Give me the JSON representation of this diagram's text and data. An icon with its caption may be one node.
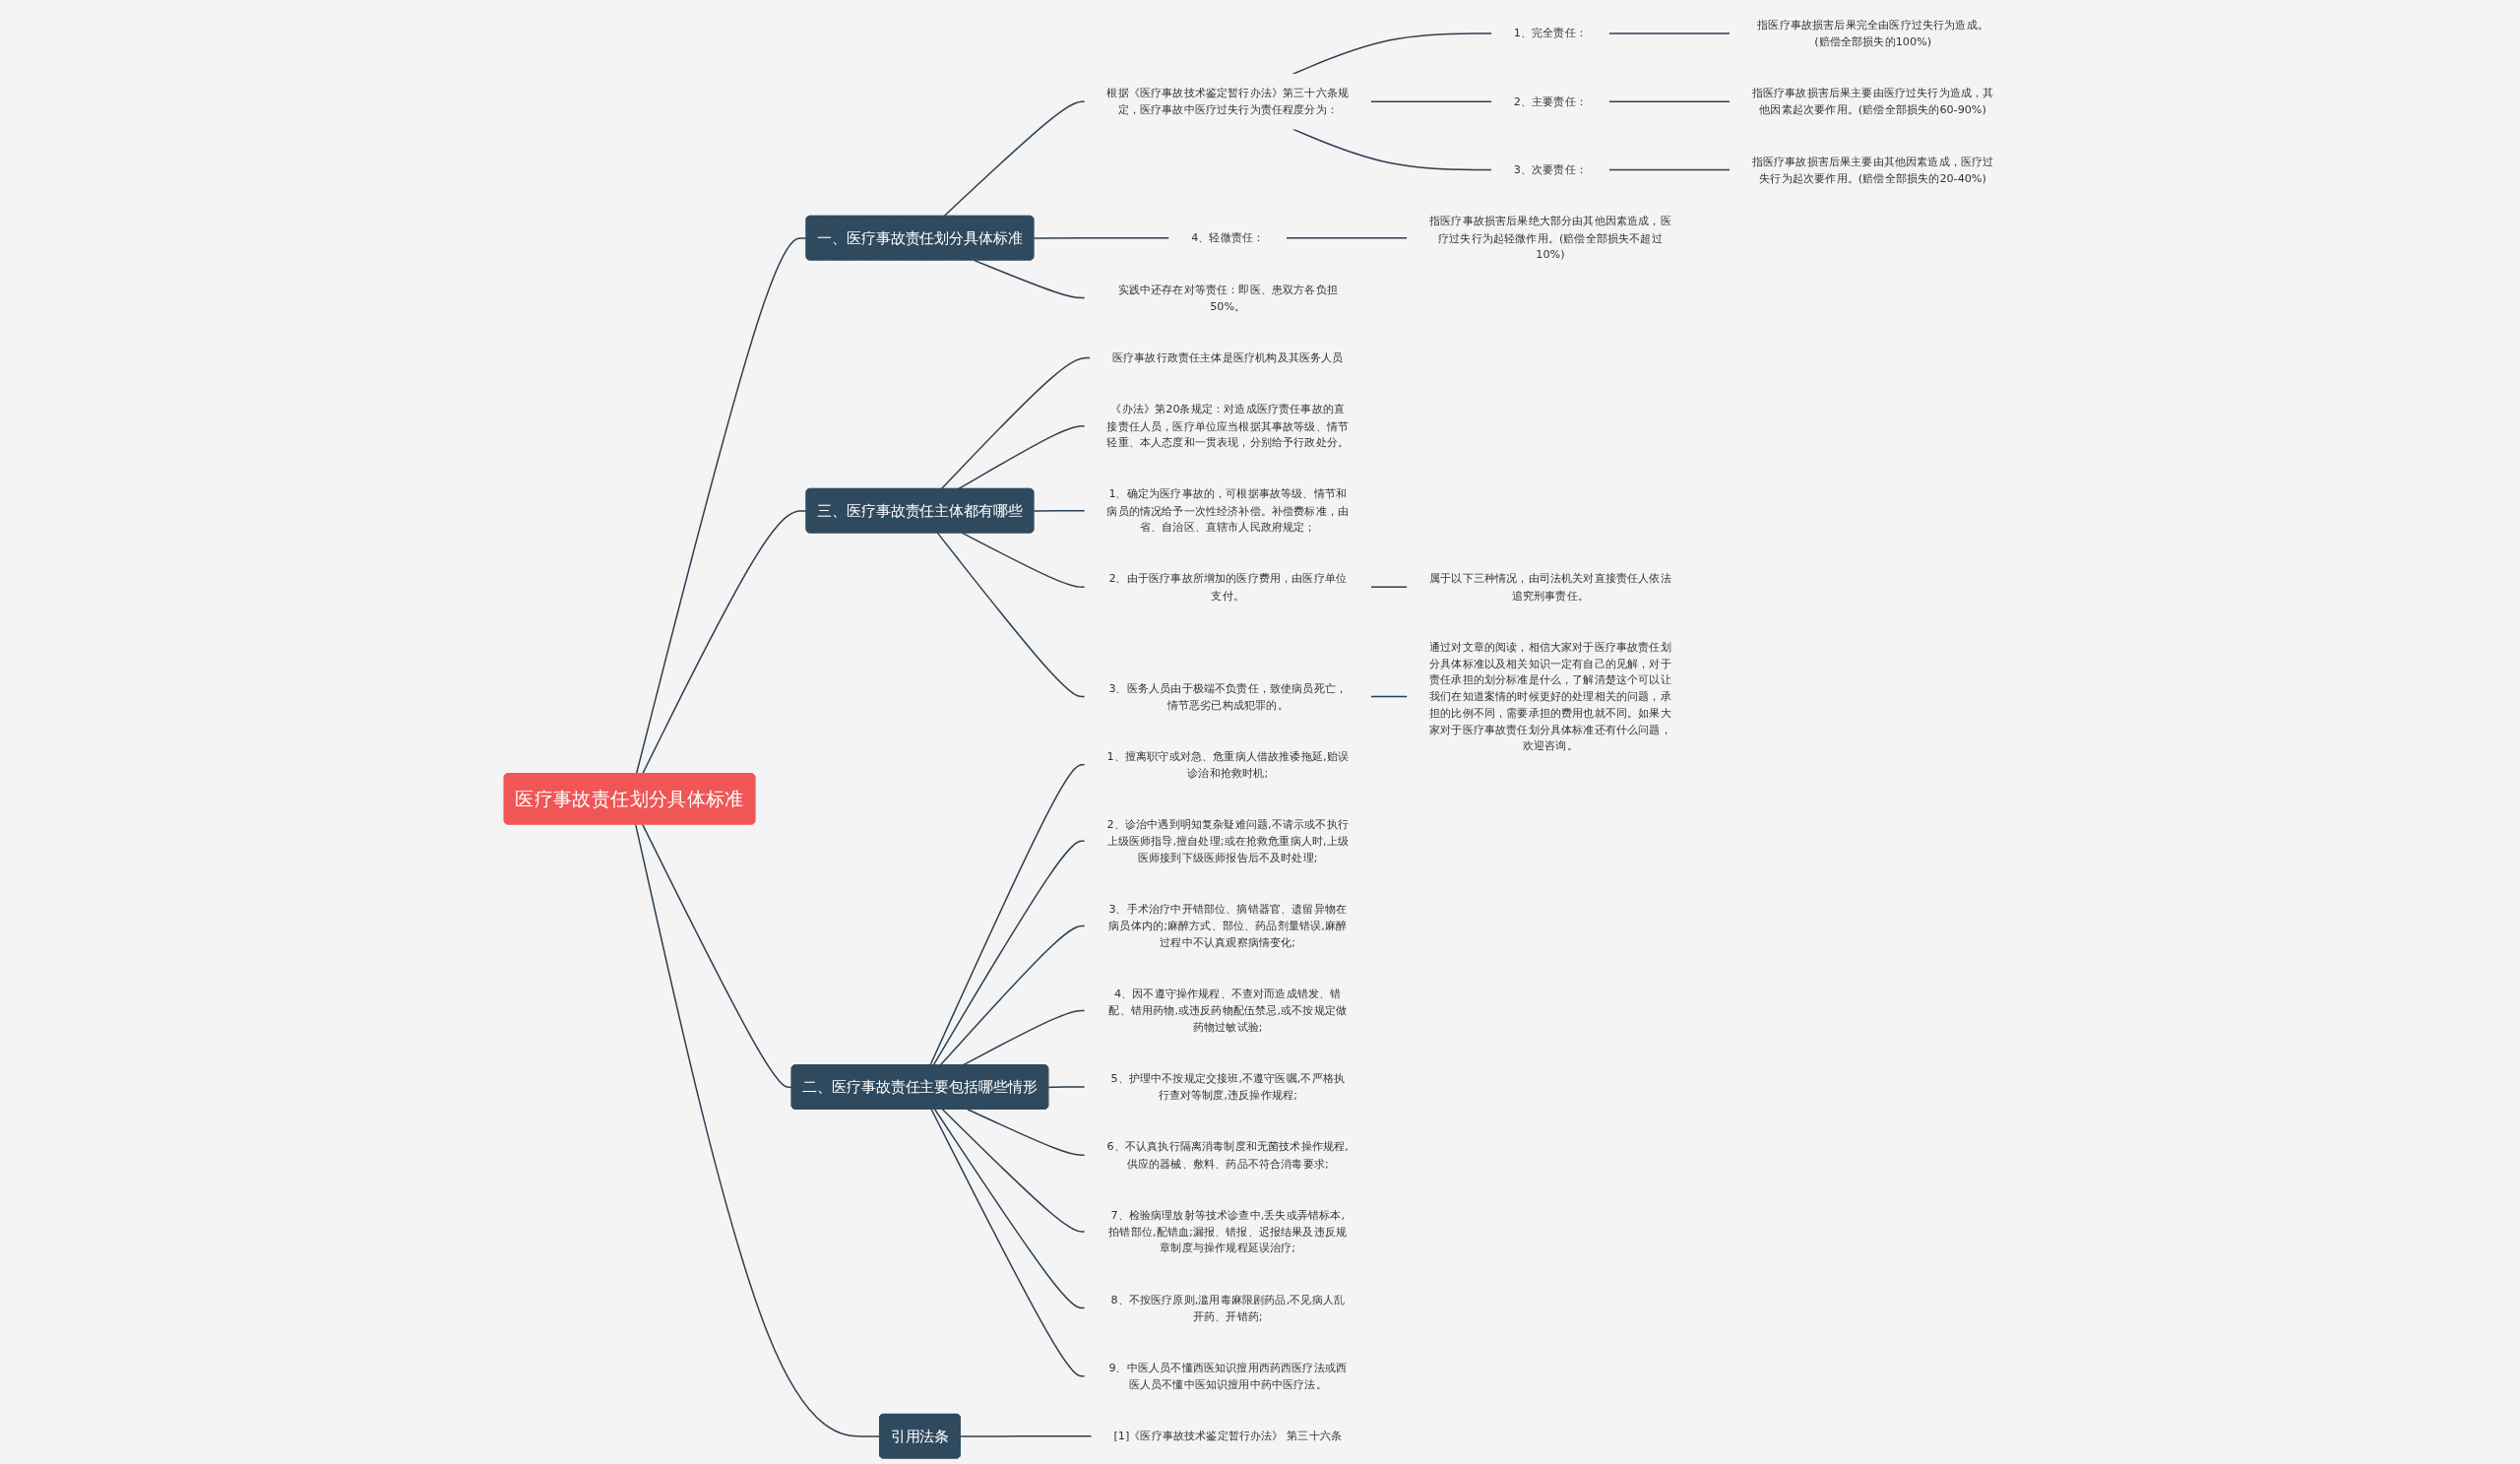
{
  "diagram": {
    "nodes": [
      {
        "text": [
          "医疗事故责任划分具体标准"
        ]
      },
      {
        "text": [
          "一、医疗事故责任划分具体标准"
        ]
      },
      {
        "text": [
          "根据《医疗事故技术鉴定暂行办法》第三十六条规定，医疗事故中医疗过失行为责任程度分为："
        ]
      },
      {
        "text": [
          "1、完全责任："
        ]
      },
      {
        "text": [
          "指医疗事故损害后果完全由医疗过失行为造成。(赔偿全部损失的100%)"
        ]
      },
      {
        "text": [
          "2、主要责任："
        ]
      },
      {
        "text": [
          "指医疗事故损害后果主要由医疗过失行为造成，其他因素起次要作用。(赔偿全部损失的60-90%)"
        ]
      },
      {
        "text": [
          "3、次要责任："
        ]
      },
      {
        "text": [
          "指医疗事故损害后果主要由其他因素造成，医疗过失行为起次要作用。(赔偿全部损失的20-40%)"
        ]
      },
      {
        "text": [
          "4、轻微责任："
        ]
      },
      {
        "text": [
          "指医疗事故损害后果绝大部分由其他因素造成，医疗过失行为起轻微作用。(赔偿全部损失不超过10%)"
        ]
      },
      {
        "text": [
          "实践中还存在对等责任：即医、患双方各负担50%。"
        ]
      },
      {
        "text": [
          "三、医疗事故责任主体都有哪些"
        ]
      },
      {
        "text": [
          "医疗事故行政责任主体是医疗机构及其医务人员"
        ]
      },
      {
        "text": [
          "《办法》第20条规定：对造成医疗责任事故的直接责任人员，医疗单位应当根据其事故等级、情节轻重、本人态度和一贯表现，分别给予行政处分。"
        ]
      },
      {
        "text": [
          "1、确定为医疗事故的，可根据事故等级、情节和病员的情况给予一次性经济补偿。补偿费标准，由省、自治区、直辖市人民政府规定；"
        ]
      },
      {
        "text": [
          "2、由于医疗事故所增加的医疗费用，由医疗单位支付。"
        ]
      },
      {
        "text": [
          "属于以下三种情况，由司法机关对直接责任人依法追究刑事责任。"
        ]
      },
      {
        "text": [
          "3、医务人员由于极端不负责任，致使病员死亡，情节恶劣已构成犯罪的。"
        ]
      },
      {
        "text": [
          "通过对文章的阅读，相信大家对于医疗事故责任划分具体标准以及相关知识一定有自己的见解，对于责任承担的划分标准是什么，了解清楚这个可以让我们在知道案情的时候更好的处理相关的问题，承担的比例不同，需要承担的费用也就不同。如果大家对于医疗事故责任划分具体标准还有什么问题，欢迎咨询。"
        ]
      },
      {
        "text": [
          "二、医疗事故责任主要包括哪些情形"
        ]
      },
      {
        "text": [
          "1、擅离职守或对急、危重病人借故推诿拖延,贻误诊治和抢救时机;"
        ]
      },
      {
        "text": [
          "2、诊治中遇到明知复杂疑难问题,不请示或不执行上级医师指导,擅自处理;或在抢救危重病人时,上级医师接到下级医师报告后不及时处理;"
        ]
      },
      {
        "text": [
          "3、手术治疗中开错部位、摘错器官、遗留异物在病员体内的;麻醉方式、部位、药品剂量错误,麻醉过程中不认真观察病情变化;"
        ]
      },
      {
        "text": [
          "4、因不遵守操作规程、不查对而造成错发、错配、错用药物,或违反药物配伍禁忌,或不按规定做药物过敏试验;"
        ]
      },
      {
        "text": [
          "5、护理中不按规定交接班,不遵守医嘱,不严格执行查对等制度,违反操作规程;"
        ]
      },
      {
        "text": [
          "6、不认真执行隔离消毒制度和无菌技术操作规程,供应的器械、敷料、药品不符合消毒要求;"
        ]
      },
      {
        "text": [
          "7、检验病理放射等技术诊查中,丢失或弄错标本,拍错部位,配错血;漏报、错报、迟报结果及违反规章制度与操作规程延误治疗;"
        ]
      },
      {
        "text": [
          "8、不按医疗原则,滥用毒麻限剧药品,不见病人乱开药、开错药;"
        ]
      },
      {
        "text": [
          "9、中医人员不懂西医知识擅用西药西医疗法或西医人员不懂中医知识擅用中药中医疗法。"
        ]
      },
      {
        "text": [
          "引用法条"
        ]
      },
      {
        "text": [
          "[1]《医疗事故技术鉴定暂行办法》 第三十六条"
        ]
      }
    ],
    "edges": [
      {
        "from": 0,
        "to": 1,
        "arrow": "none"
      },
      {
        "from": 1,
        "to": 2,
        "arrow": "none"
      },
      {
        "from": 2,
        "to": 3,
        "arrow": "none"
      },
      {
        "from": 3,
        "to": 4,
        "arrow": "none"
      },
      {
        "from": 2,
        "to": 5,
        "arrow": "none"
      },
      {
        "from": 5,
        "to": 6,
        "arrow": "none"
      },
      {
        "from": 2,
        "to": 7,
        "arrow": "none"
      },
      {
        "from": 7,
        "to": 8,
        "arrow": "none"
      },
      {
        "from": 1,
        "to": 9,
        "arrow": "none"
      },
      {
        "from": 9,
        "to": 10,
        "arrow": "none"
      },
      {
        "from": 1,
        "to": 11,
        "arrow": "none"
      },
      {
        "from": 0,
        "to": 12,
        "arrow": "none"
      },
      {
        "from": 12,
        "to": 13,
        "arrow": "none"
      },
      {
        "from": 12,
        "to": 14,
        "arrow": "none"
      },
      {
        "from": 12,
        "to": 15,
        "arrow": "none"
      },
      {
        "from": 12,
        "to": 16,
        "arrow": "none"
      },
      {
        "from": 16,
        "to": 17,
        "arrow": "none"
      },
      {
        "from": 12,
        "to": 18,
        "arrow": "none"
      },
      {
        "from": 18,
        "to": 19,
        "arrow": "none"
      },
      {
        "from": 0,
        "to": 20,
        "arrow": "none"
      },
      {
        "from": 20,
        "to": 21,
        "arrow": "none"
      },
      {
        "from": 20,
        "to": 22,
        "arrow": "none"
      },
      {
        "from": 20,
        "to": 23,
        "arrow": "none"
      },
      {
        "from": 20,
        "to": 24,
        "arrow": "none"
      },
      {
        "from": 20,
        "to": 25,
        "arrow": "none"
      },
      {
        "from": 20,
        "to": 26,
        "arrow": "none"
      },
      {
        "from": 20,
        "to": 27,
        "arrow": "none"
      },
      {
        "from": 20,
        "to": 28,
        "arrow": "none"
      },
      {
        "from": 20,
        "to": 29,
        "arrow": "none"
      },
      {
        "from": 0,
        "to": 30,
        "arrow": "none"
      },
      {
        "from": 30,
        "to": 31,
        "arrow": "none"
      }
    ]
  }
}
